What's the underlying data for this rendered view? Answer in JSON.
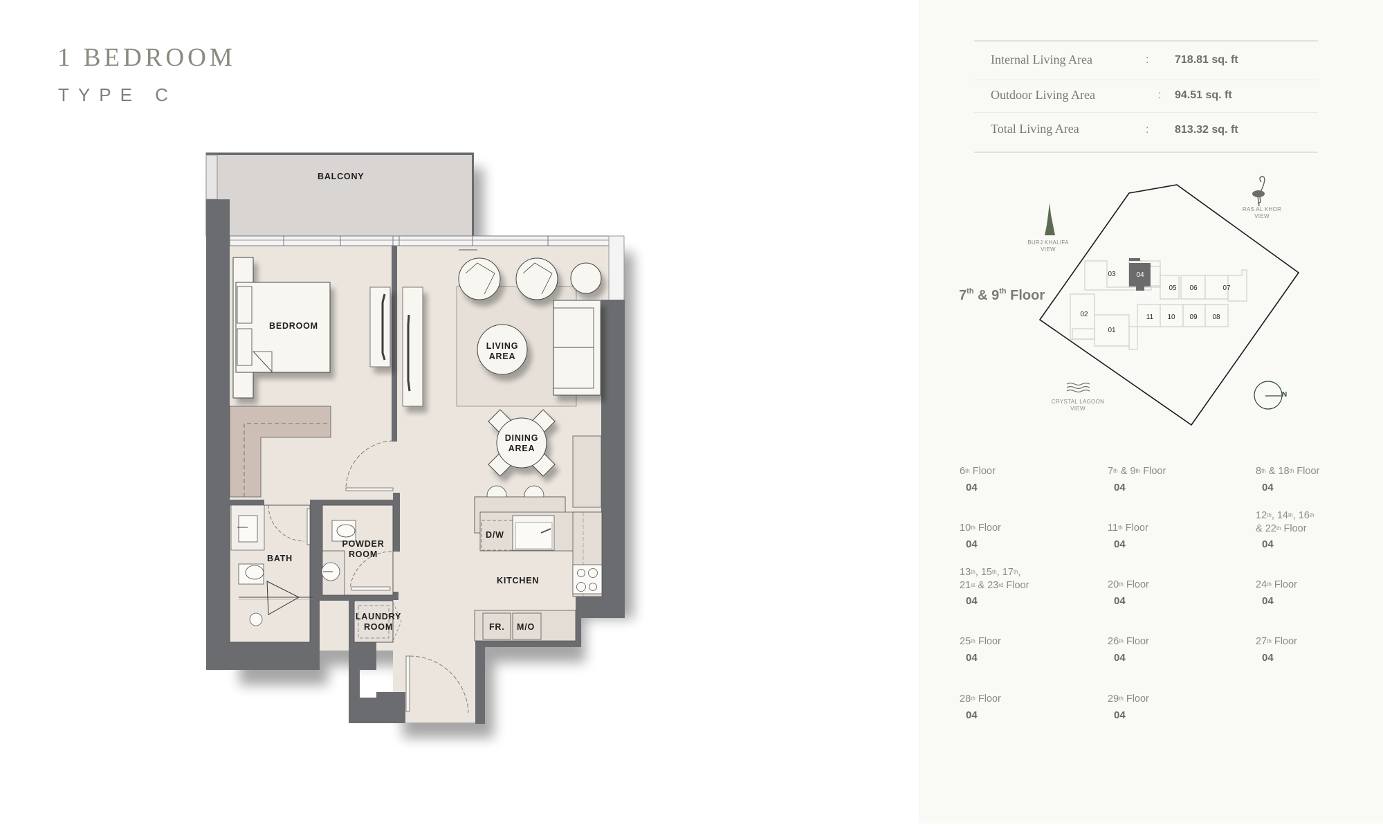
{
  "header": {
    "title": "1 BEDROOM",
    "subtitle": "TYPE C"
  },
  "areas": [
    {
      "label": "Internal Living Area",
      "colon": ":",
      "value": "718.81 sq. ft"
    },
    {
      "label": "Outdoor Living Area",
      "colon": ":",
      "value": "94.51 sq. ft"
    },
    {
      "label": "Total Living Area",
      "colon": ":",
      "value": "813.32 sq. ft"
    }
  ],
  "floorplan": {
    "rooms": {
      "balcony": "BALCONY",
      "bedroom": "BEDROOM",
      "living_1": "LIVING",
      "living_2": "AREA",
      "dining_1": "DINING",
      "dining_2": "AREA",
      "bath": "BATH",
      "powder_1": "POWDER",
      "powder_2": "ROOM",
      "laundry_1": "LAUNDRY",
      "laundry_2": "ROOM",
      "kitchen": "KITCHEN"
    },
    "appliances": {
      "dishwasher": "D/W",
      "fridge": "FR.",
      "microwave": "M/O"
    }
  },
  "keyplan": {
    "floor_base": "7",
    "floor_sup1": "th",
    "floor_mid": " & 9",
    "floor_sup2": "th",
    "floor_tail": " Floor",
    "highlight_unit": "04",
    "units": [
      "01",
      "02",
      "03",
      "04",
      "05",
      "06",
      "07",
      "08",
      "09",
      "10",
      "11"
    ],
    "views": {
      "burj_1": "BURJ KHALIFA",
      "burj_2": "VIEW",
      "rasalkhor_1": "RAS AL KHOR",
      "rasalkhor_2": "VIEW",
      "lagoon_1": "CRYSTAL LAGOON",
      "lagoon_2": "VIEW"
    },
    "compass_label": "N",
    "highlight_color": "#6b6b6b",
    "boundary_color": "#1a1a1a",
    "compass_color": "#2f4a3c"
  },
  "floors": [
    {
      "l1": [
        [
          "6",
          "th"
        ]
      ],
      "tail1": " Floor",
      "unit": "04"
    },
    {
      "l1": [
        [
          "7",
          "th"
        ],
        [
          " & 9",
          "th"
        ]
      ],
      "tail1": " Floor",
      "unit": "04"
    },
    {
      "l1": [
        [
          "8",
          "th"
        ],
        [
          " & 18",
          "th"
        ]
      ],
      "tail1": " Floor",
      "unit": "04"
    },
    {
      "l1": [
        [
          "10",
          "th"
        ]
      ],
      "tail1": " Floor",
      "unit": "04"
    },
    {
      "l1": [
        [
          "11",
          "th"
        ]
      ],
      "tail1": " Floor",
      "unit": "04"
    },
    {
      "l1": [
        [
          "12",
          "th"
        ],
        [
          ", 14",
          "th"
        ],
        [
          ", 16",
          "th"
        ]
      ],
      "l2": [
        [
          "& 22",
          "th"
        ]
      ],
      "tail2": " Floor",
      "unit": "04"
    },
    {
      "l1": [
        [
          "13",
          "th"
        ],
        [
          ", 15",
          "th"
        ],
        [
          ", 17",
          "th"
        ],
        [
          ",",
          ""
        ]
      ],
      "l2": [
        [
          "21",
          "st"
        ],
        [
          " & 23",
          "rd"
        ]
      ],
      "tail2": " Floor",
      "unit": "04"
    },
    {
      "l1": [
        [
          "20",
          "th"
        ]
      ],
      "tail1": " Floor",
      "unit": "04"
    },
    {
      "l1": [
        [
          "24",
          "th"
        ]
      ],
      "tail1": " Floor",
      "unit": "04"
    },
    {
      "l1": [
        [
          "25",
          "th"
        ]
      ],
      "tail1": " Floor",
      "unit": "04"
    },
    {
      "l1": [
        [
          "26",
          "th"
        ]
      ],
      "tail1": " Floor",
      "unit": "04"
    },
    {
      "l1": [
        [
          "27",
          "th"
        ]
      ],
      "tail1": " Floor",
      "unit": "04"
    },
    {
      "l1": [
        [
          "28",
          "th"
        ]
      ],
      "tail1": " Floor",
      "unit": "04"
    },
    {
      "l1": [
        [
          "29",
          "th"
        ]
      ],
      "tail1": " Floor",
      "unit": "04"
    }
  ],
  "colors": {
    "wall": "#6b6c6f",
    "floor": "#ebe5de",
    "balcony": "#d9d5d3",
    "wardrobe": "#cdbfb5",
    "furniture": "#f8f6f1",
    "panel_bg": "#f9f9f5",
    "title": "#8a8b7e"
  }
}
